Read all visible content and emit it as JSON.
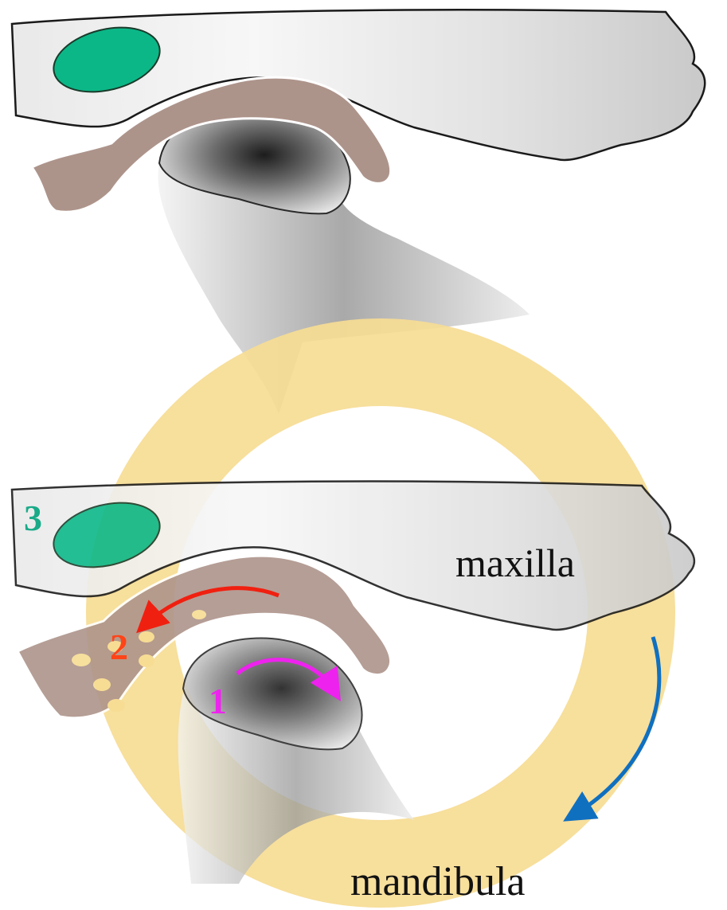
{
  "labels": {
    "maxilla": "maxilla",
    "mandibula": "mandibula",
    "step_1": "1",
    "step_2": "2",
    "step_3": "3"
  },
  "colors": {
    "ring": "#f6dc94",
    "disc": "#ad948b",
    "ellipse": "#0bb787",
    "step_1": "#ee22ee",
    "step_2": "#f02010",
    "step_2_label": "#ff4418",
    "step_3": "#1aaa88",
    "rotation_arrow": "#1070c0",
    "bone_stroke": "#1a1a1a"
  },
  "icons": {
    "arrow_1": "curved-arrow-clockwise",
    "arrow_2": "curved-arrow-counterclockwise",
    "arrow_rotation": "curved-arrow-down"
  }
}
